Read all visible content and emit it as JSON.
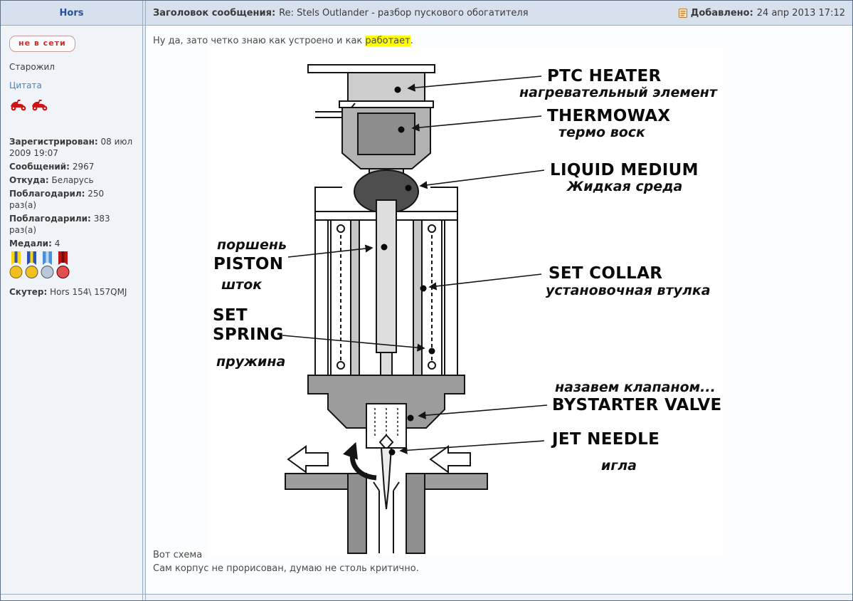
{
  "colors": {
    "header-bg": "#d7e1ed",
    "sidebar-bg": "#f0f4f9",
    "content-bg": "#fcfdfe",
    "border": "#9cadbe",
    "username-blue": "#27519c",
    "link-blue": "#4a82b8",
    "offline-red": "#cc2d2d",
    "highlight-yellow": "#ffff00",
    "text": "#4a4a4a"
  },
  "header": {
    "username": "Hors",
    "subject_label": "Заголовок сообщения:",
    "subject": "Re: Stels Outlander - разбор пускового обогатителя",
    "posted_label": "Добавлено:",
    "posted_time": "24 апр 2013 17:12"
  },
  "sidebar": {
    "offline_badge": "не в сети",
    "rank": "Старожил",
    "quote_link": "Цитата",
    "fields": [
      {
        "label": "Зарегистрирован:",
        "value": "08 июл 2009 19:07"
      },
      {
        "label": "Сообщений:",
        "value": "2967"
      },
      {
        "label": "Откуда:",
        "value": "Беларусь"
      },
      {
        "label": "Поблагодарил:",
        "value": "250 раз(а)"
      },
      {
        "label": "Поблагодарили:",
        "value": "383 раз(а)"
      },
      {
        "label": "Медали:",
        "value": "4"
      },
      {
        "label": "Скутер:",
        "value": "Hors 154\\ 157QMJ"
      }
    ]
  },
  "post": {
    "line1_pre": "Ну да, зато четко знаю как устроено и как ",
    "line1_highlight": "работает",
    "line1_suffix": ".",
    "line2": "Вот схема",
    "line3": "Сам корпус не прорисован, думаю не столь критично."
  },
  "diagram": {
    "labels": {
      "ptc_en": "PTC HEATER",
      "ptc_ru": "нагревательный элемент",
      "thermowax_en": "THERMOWAX",
      "thermowax_ru": "термо воск",
      "liquid_en": "LIQUID MEDIUM",
      "liquid_ru": "Жидкая среда",
      "piston_ru_top": "поршень",
      "piston_en": "PISTON",
      "piston_ru_bottom": "шток",
      "collar_en": "SET COLLAR",
      "collar_ru": "установочная втулка",
      "spring_en_line1": "SET",
      "spring_en_line2": "SPRING",
      "spring_ru": "пружина",
      "valve_ru": "назавем клапаном...",
      "valve_en": "BYSTARTER VALVE",
      "needle_en": "JET NEEDLE",
      "needle_ru": "игла"
    }
  }
}
